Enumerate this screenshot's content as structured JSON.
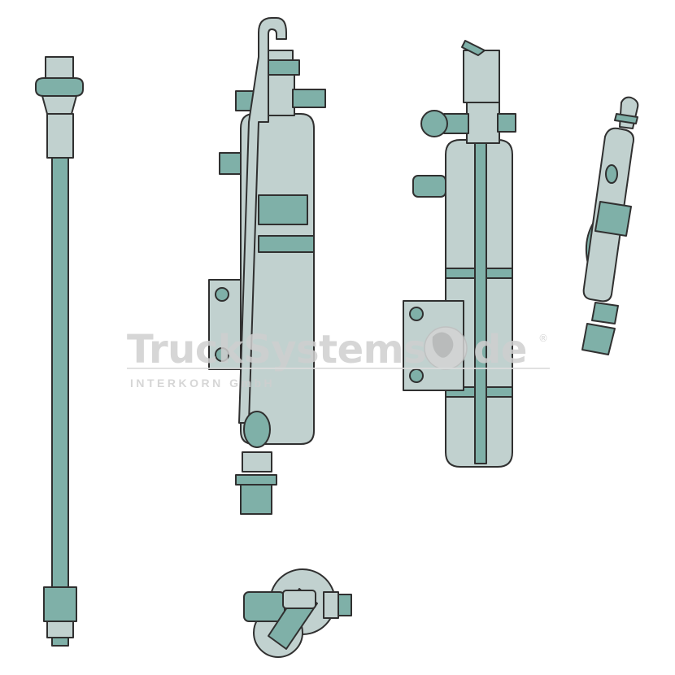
{
  "watermark": {
    "brand": "TruckSystems",
    "suffix": "de",
    "registered": "®",
    "subtitle": "INTERKORN GmbH"
  },
  "colors": {
    "part_fill": "#c1d1cf",
    "part_dark": "#7fb0a8",
    "outline": "#303030",
    "watermark": "#cfcfcf",
    "background": "#ffffff"
  },
  "icons": {
    "watermark_mark": "globe-icon"
  }
}
